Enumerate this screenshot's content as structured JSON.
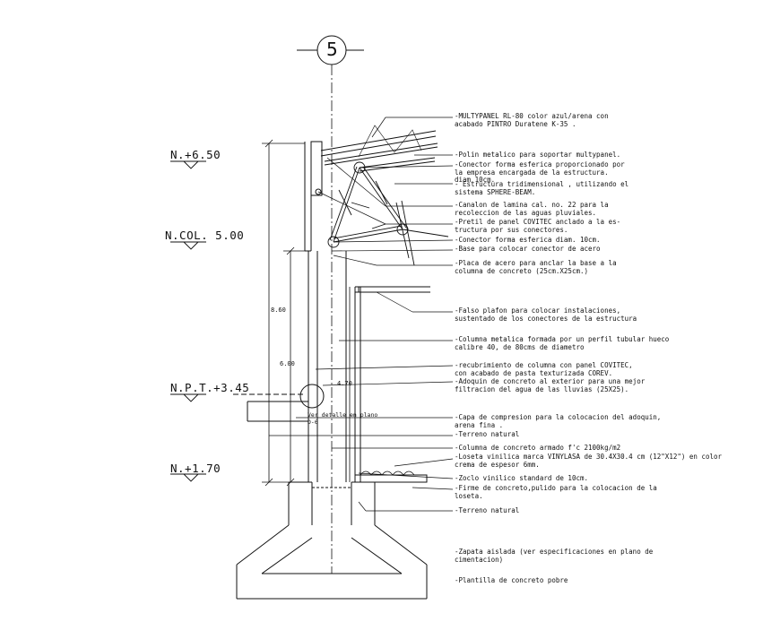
{
  "axis_label": "5",
  "levels": {
    "n650": "N.+6.50",
    "ncol": "N.COL. 5.00",
    "npt": "N.P.T.+3.45",
    "n170": "N.+1.70"
  },
  "dimensions": {
    "d860": "8.60",
    "d600": "6.00",
    "d470": "4.70",
    "detail_ref": "Ver detalle en plano",
    "detail_sheet": "D-6"
  },
  "notes": [
    {
      "id": "multipanel",
      "lines": [
        "-MULTYPANEL RL-80 color azul/arena con",
        "acabado PINTRO Duratene K-35 ."
      ]
    },
    {
      "id": "polin",
      "lines": [
        "-Polin metalico para soportar multypanel."
      ]
    },
    {
      "id": "conector1",
      "lines": [
        "-Conector forma esferica proporcionado por",
        "la empresa encargada de la estructura.",
        "diam 10cm."
      ]
    },
    {
      "id": "estructura",
      "lines": [
        "- Estructura tridimensional , utilizando el",
        "sistema SPHERE-BEAM."
      ]
    },
    {
      "id": "canalon",
      "lines": [
        "-Canalon de lamina cal. no. 22 para la",
        "recoleccion de las aguas pluviales."
      ]
    },
    {
      "id": "pretil",
      "lines": [
        "-Pretil de panel COVITEC anclado a la es-",
        "tructura por sus conectores."
      ]
    },
    {
      "id": "conector2",
      "lines": [
        "-Conector forma esferica diam. 10cm."
      ]
    },
    {
      "id": "base",
      "lines": [
        "-Base para colocar conector de acero"
      ]
    },
    {
      "id": "placa",
      "lines": [
        "-Placa de acero para anclar la base a la",
        "columna de concreto (25cm.X25cm.)"
      ]
    },
    {
      "id": "plafon",
      "lines": [
        "-Falso plafon para colocar instalaciones,",
        "sustentado de los conectores de la estructura"
      ]
    },
    {
      "id": "columna_met",
      "lines": [
        "-Columna metalica formada por un perfil tubular hueco",
        "calibre 40,  de 80cms de diametro"
      ]
    },
    {
      "id": "recubrimiento",
      "lines": [
        "-recubrimiento de columna con panel COVITEC,",
        "con acabado de pasta texturizada COREV."
      ]
    },
    {
      "id": "adoquin",
      "lines": [
        "-Adoquin de concreto al exterior para una mejor",
        "filtracion del agua de las lluvias (25X25)."
      ]
    },
    {
      "id": "capa",
      "lines": [
        "-Capa de compresion para la colocacion del adoquin,",
        "arena fina ."
      ]
    },
    {
      "id": "terreno1",
      "lines": [
        "-Terreno natural"
      ]
    },
    {
      "id": "columna_conc",
      "lines": [
        "-Columna de concreto armado f'c 2100kg/m2"
      ]
    },
    {
      "id": "loseta",
      "lines": [
        "-Loseta vinilica marca VINYLASA de 30.4X30.4 cm (12\"X12\") en color",
        "crema de espesor 6mm."
      ]
    },
    {
      "id": "zoclo",
      "lines": [
        "-Zoclo vinilico standard de 10cm."
      ]
    },
    {
      "id": "firme",
      "lines": [
        " -Firme de concreto,pulido para la colocacion de la",
        "loseta."
      ]
    },
    {
      "id": "terreno2",
      "lines": [
        "-Terreno natural"
      ]
    },
    {
      "id": "zapata",
      "lines": [
        "-Zapata aislada (ver especificaciones en plano de",
        "cimentacion)"
      ]
    },
    {
      "id": "plantilla",
      "lines": [
        "-Plantilla de concreto pobre"
      ]
    }
  ]
}
